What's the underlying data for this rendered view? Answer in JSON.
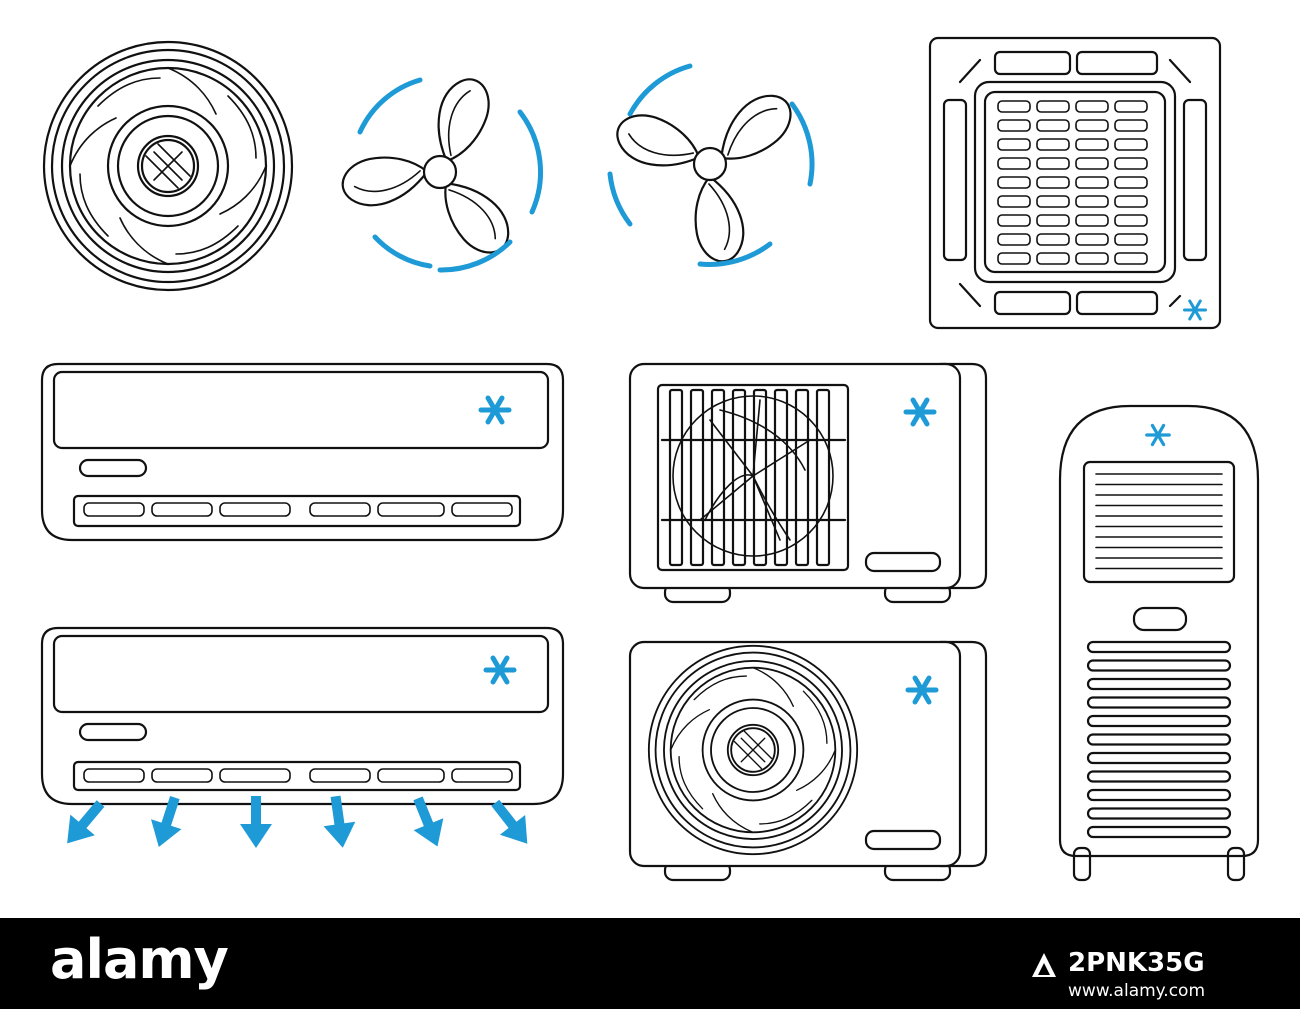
{
  "icons": [
    {
      "name": "round-fan-grille-icon"
    },
    {
      "name": "fan-blade-icon-1"
    },
    {
      "name": "fan-blade-icon-2"
    },
    {
      "name": "cassette-ac-icon"
    },
    {
      "name": "split-ac-indoor-unit-icon"
    },
    {
      "name": "outdoor-unit-grille-icon"
    },
    {
      "name": "floor-standing-ac-icon"
    },
    {
      "name": "split-ac-airflow-icon"
    },
    {
      "name": "outdoor-unit-fan-icon"
    }
  ],
  "colors": {
    "accent": "#1e9ad6",
    "line": "#111111",
    "banner": "#000000"
  },
  "footer": {
    "brand": "alamy",
    "image_id": "2PNK35G",
    "url": "www.alamy.com"
  }
}
